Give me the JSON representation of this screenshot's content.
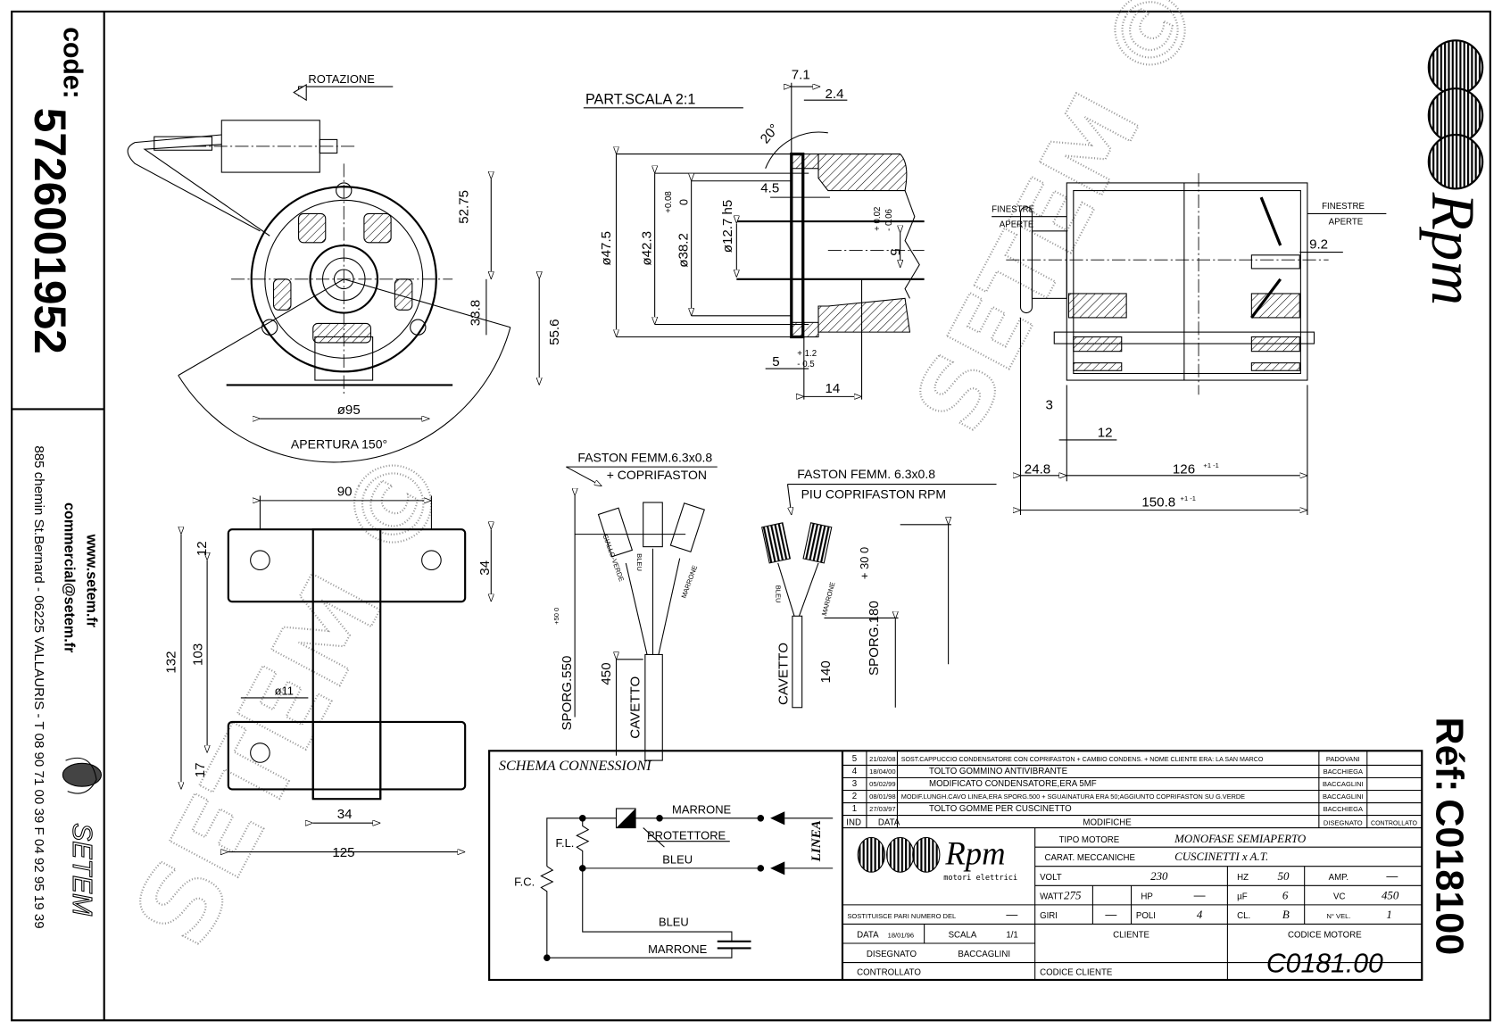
{
  "header": {
    "code_label": "code:",
    "code_number": "5726001952",
    "ref_label": "Réf:",
    "ref_number": "C018100",
    "brand": "Rpm"
  },
  "contact": {
    "website": "www.setem.fr",
    "email": "commercial@setem.fr",
    "address": "885 chemin St.Bernard  -  06225 VALLAURIS  -  T 08 90 71 00 39   F 04 92 95 19 39",
    "logo_text": "SETEM"
  },
  "watermark": "SETEM ©",
  "front_view": {
    "rotation": "ROTAZIONE",
    "dim_52_75": "52.75",
    "dim_33_8": "33.8",
    "dim_55_6": "55.6",
    "dim_95": "ø95",
    "opening": "APERTURA 150°"
  },
  "detail": {
    "title": "PART.SCALA 2:1",
    "d7_1": "7.1",
    "d2_4": "2.4",
    "angle": "20°",
    "d4_5": "4.5",
    "d47_5": "ø47.5",
    "d42_3": "ø42.3",
    "tol_plus": "+0.08",
    "tol_zero": "0",
    "d38_2": "ø38.2",
    "d12_7": "ø12.7 h5",
    "tol2_plus": "+ 0.02",
    "tol2_minus": "- 0.06",
    "d5_key": "5",
    "tol3_plus": "+ 1.2",
    "tol3_minus": "- 0.5",
    "d5": "5",
    "d14": "14"
  },
  "side_view": {
    "windows_left_1": "FINESTRE",
    "windows_left_2": "APERTE",
    "windows_right_1": "FINESTRE",
    "windows_right_2": "APERTE",
    "d9_2": "9.2",
    "d3": "3",
    "d12": "12",
    "d24_8": "24.8",
    "d126": "126",
    "d150_8": "150.8",
    "tol": "+1 -1"
  },
  "bracket": {
    "d90": "90",
    "d12": "12",
    "d34": "34",
    "d132": "132",
    "d103": "103",
    "d17": "17",
    "d11": "ø11",
    "d34b": "34",
    "d125": "125"
  },
  "faston_1": {
    "line1": "FASTON FEMM.6.3x0.8",
    "line2": "+ COPRIFASTON",
    "wire_1": "GIALLO-VERDE",
    "wire_2": "BLEU",
    "wire_3": "MARRONE",
    "length": "450",
    "cable": "CAVETTO",
    "protrusion": "SPORG.550",
    "protrusion_tol": "+50 0"
  },
  "faston_2": {
    "line1": "FASTON FEMM. 6.3x0.8",
    "line2": "PIU COPRIFASTON RPM",
    "wire_1": "BLEU",
    "wire_2": "MARRONE",
    "cable": "CAVETTO",
    "length": "140",
    "protrusion": "SPORG.180",
    "protrusion_tol": "+ 30 0"
  },
  "schema": {
    "title": "SCHEMA CONNESSIONI",
    "marrone_top": "MARRONE",
    "protector": "PROTETTORE",
    "bleu_mid": "BLEU",
    "bleu_low": "BLEU",
    "marrone_low": "MARRONE",
    "fl": "F.L.",
    "fc": "F.C.",
    "line": "LINEA"
  },
  "revisions": {
    "headers": {
      "ind": "IND",
      "date": "DATA",
      "changes": "MODIFICHE",
      "drawn": "DISEGNATO",
      "checked": "CONTROLLATO"
    },
    "rows": [
      {
        "ind": "5",
        "date": "21/02/08",
        "text": "SOST.CAPPUCCIO CONDENSATORE CON COPRIFASTON + CAMBIO CONDENS. + NOME CLIENTE ERA: LA SAN MARCO",
        "drawn": "PADOVANI"
      },
      {
        "ind": "4",
        "date": "18/04/00",
        "text": "TOLTO GOMMINO ANTIVIBRANTE",
        "drawn": "BACCHIEGA"
      },
      {
        "ind": "3",
        "date": "05/02/99",
        "text": "MODIFICATO CONDENSATORE,ERA 5MF",
        "drawn": "BACCAGLINI"
      },
      {
        "ind": "2",
        "date": "08/01/98",
        "text": "MODIF.LUNGH.CAVO LINEA,ERA SPORG.500 + SGUAINATURA ERA 50;AGGIUNTO COPRIFASTON SU G.VERDE",
        "drawn": "BACCAGLINI"
      },
      {
        "ind": "1",
        "date": "27/03/97",
        "text": "TOLTO GOMME PER CUSCINETTO",
        "drawn": "BACCHIEGA"
      }
    ]
  },
  "title_block": {
    "logo_brand": "Rpm",
    "logo_sub": "motori elettrici",
    "motor_type_label": "TIPO MOTORE",
    "motor_type": "MONOFASE SEMIAPERTO",
    "mech_label": "CARAT. MECCANICHE",
    "mech": "CUSCINETTI x A.T.",
    "volt_label": "VOLT",
    "volt": "230",
    "hz_label": "HZ",
    "hz": "50",
    "amp_label": "AMP.",
    "amp": "—",
    "watt_label": "WATT",
    "watt": "275",
    "hp_label": "HP",
    "hp": "—",
    "uf_label": "µF",
    "uf": "6",
    "vc_label": "VC",
    "vc": "450",
    "rpm_label": "GIRI",
    "rpm": "—",
    "poles_label": "POLI",
    "poles": "4",
    "class_label": "CL.",
    "class": "B",
    "speeds_label": "N° VEL.",
    "speeds": "1",
    "replaces_label": "SOSTITUISCE PARI NUMERO DEL",
    "replaces": "—",
    "date_label": "DATA",
    "date": "18/01/96",
    "scale_label": "SCALA",
    "scale": "1/1",
    "drawn_label": "DISEGNATO",
    "drawn": "BACCAGLINI",
    "checked_label": "CONTROLLATO",
    "client_label": "CLIENTE",
    "client_code_label": "CODICE CLIENTE",
    "motor_code_label": "CODICE MOTORE",
    "motor_code": "C0181.00"
  }
}
